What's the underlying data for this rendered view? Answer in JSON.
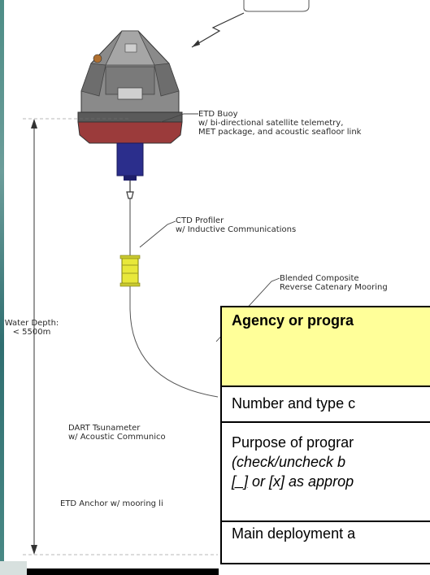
{
  "labels": {
    "buoy_title": "ETD Buoy",
    "buoy_line2": "w/ bi-directional satellite telemetry,",
    "buoy_line3": "MET package, and acoustic seafloor link",
    "ctd_title": "CTD Profiler",
    "ctd_line2": "w/ Inductive Communications",
    "mooring_title": "Blended Composite",
    "mooring_line2": "Reverse Catenary Mooring",
    "water_depth_line1": "Water Depth:",
    "water_depth_line2": "< 5500m",
    "dart_title": "DART Tsunameter",
    "dart_line2": "w/ Acoustic Communico",
    "anchor": "ETD Anchor w/ mooring li"
  },
  "table": {
    "header": "Agency or progra",
    "number_row": "Number and type c",
    "purpose_line1": "Purpose of prograr",
    "purpose_line2": "(check/uncheck   b",
    "purpose_line3_a": "[_]",
    "purpose_line3_b": " or [x] as approp",
    "main_row": "Main deployment a",
    "colors": {
      "header_bg": "#ffff99",
      "border": "#000000"
    }
  },
  "colors": {
    "buoy_body": "#8a8a8a",
    "buoy_hull_red": "#9b3b3b",
    "buoy_tube_blue": "#2b2e8c",
    "ctd_yellow": "#e8e83a",
    "line": "#444444"
  }
}
